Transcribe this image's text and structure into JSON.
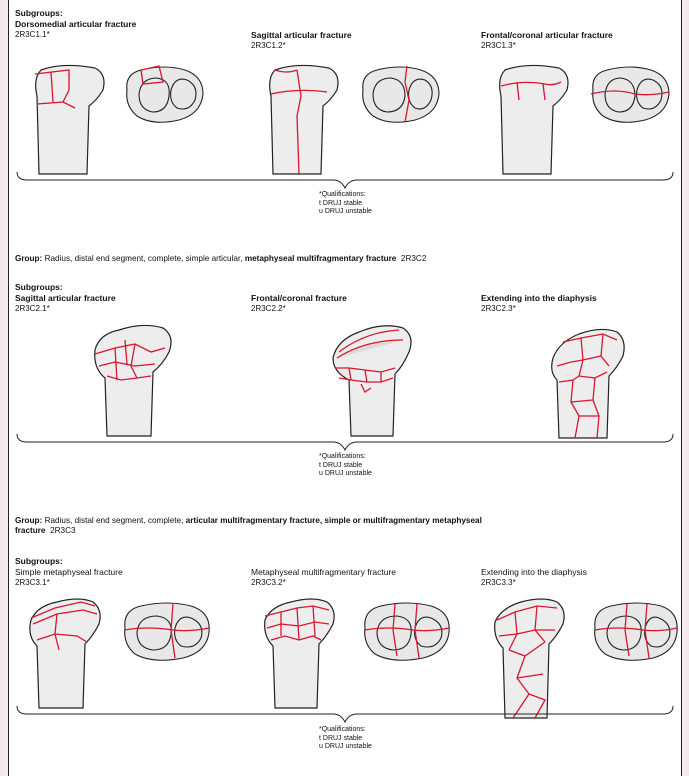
{
  "section1": {
    "subgroups_label": "Subgroups:",
    "items": [
      {
        "title": "Dorsomedial articular fracture",
        "code": "2R3C1.1*"
      },
      {
        "title": "Sagittal articular fracture",
        "code": "2R3C1.2*"
      },
      {
        "title": "Frontal/coronal articular fracture",
        "code": "2R3C1.3*"
      }
    ],
    "qualifications": {
      "heading": "*Qualifications:",
      "t": "t  DRUJ stable",
      "u": "u  DRUJ unstable"
    }
  },
  "group2": {
    "prefix": "Group:",
    "text": " Radius, distal end segment, complete, simple articular, ",
    "bold": "metaphyseal multifragmentary fracture",
    "code": "2R3C2"
  },
  "section2": {
    "subgroups_label": "Subgroups:",
    "items": [
      {
        "title": "Sagittal articular fracture",
        "code": "2R3C2.1*"
      },
      {
        "title": "Frontal/coronal fracture",
        "code": "2R3C2.2*"
      },
      {
        "title": "Extending into the diaphysis",
        "code": "2R3C2.3*"
      }
    ],
    "qualifications": {
      "heading": "*Qualifications:",
      "t": "t  DRUJ stable",
      "u": "u  DRUJ unstable"
    }
  },
  "group3": {
    "prefix": "Group:",
    "text": " Radius, distal end segment, complete, ",
    "bold": "articular multifragmentary fracture, simple or multifragmentary metaphyseal",
    "bold2": "fracture",
    "code": "2R3C3"
  },
  "section3": {
    "subgroups_label": "Subgroups:",
    "items": [
      {
        "title": "Simple metaphyseal fracture",
        "code": "2R3C3.1*"
      },
      {
        "title": "Metaphyseal multifragmentary fracture",
        "code": "2R3C3.2*"
      },
      {
        "title": "Extending into the diaphysis",
        "code": "2R3C3.3*"
      }
    ],
    "qualifications": {
      "heading": "*Qualifications:",
      "t": "t  DRUJ stable",
      "u": "u  DRUJ unstable"
    }
  },
  "colors": {
    "fracture_line": "#d8162f",
    "bone_fill": "#ededed",
    "outline": "#222222"
  }
}
